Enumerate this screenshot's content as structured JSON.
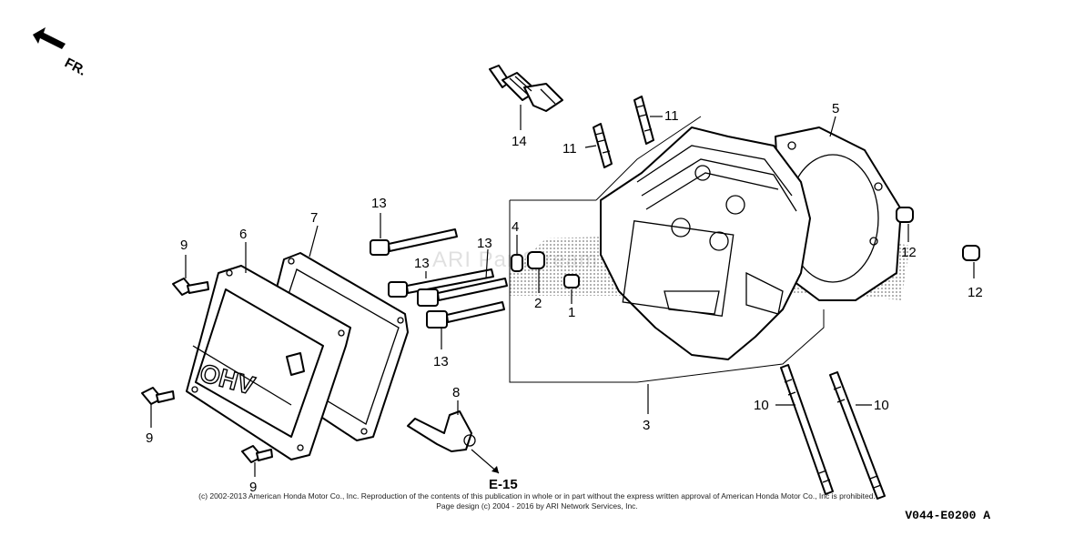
{
  "front_indicator": "FR.",
  "reference": "E-15",
  "watermark": "ARI PartStream",
  "drawing_id": "V044-E0200 A",
  "copyright_line1": "(c) 2002-2013 American Honda Motor Co., Inc. Reproduction of the contents of this publication in whole or in part without the express written approval of American Honda Motor Co., Inc is prohibited.",
  "copyright_line2": "Page design (c) 2004 - 2016 by ARI Network Services, Inc.",
  "cover_marking": "OHV",
  "callouts": {
    "c1": "1",
    "c2": "2",
    "c3": "3",
    "c4": "4",
    "c5": "5",
    "c6": "6",
    "c7": "7",
    "c8": "8",
    "c9a": "9",
    "c9b": "9",
    "c9c": "9",
    "c10a": "10",
    "c10b": "10",
    "c11a": "11",
    "c11b": "11",
    "c12a": "12",
    "c12b": "12",
    "c13a": "13",
    "c13b": "13",
    "c13c": "13",
    "c13d": "13",
    "c14": "14"
  }
}
